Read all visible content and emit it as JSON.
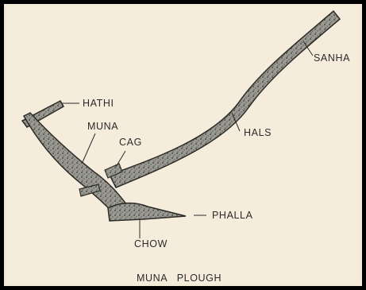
{
  "labels": {
    "hathi": "HATHI",
    "muna": "MUNA",
    "cag": "CAG",
    "sanha": "SANHA",
    "hals": "HALS",
    "phalla": "PHALLA",
    "chow": "CHOW"
  },
  "caption": "MUNA   PLOUGH"
}
